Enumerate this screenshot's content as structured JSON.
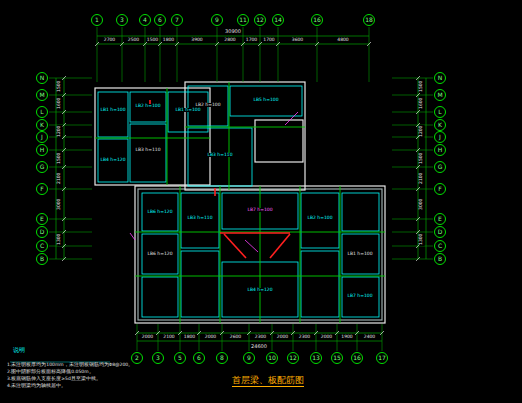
{
  "diagram": {
    "title": "首层梁、板配筋图",
    "nodes": [
      {
        "text": [
          "1"
        ]
      },
      {
        "text": [
          "3"
        ]
      },
      {
        "text": [
          "4"
        ]
      },
      {
        "text": [
          "6"
        ]
      },
      {
        "text": [
          "7"
        ]
      },
      {
        "text": [
          "9"
        ]
      },
      {
        "text": [
          "11"
        ]
      },
      {
        "text": [
          "12"
        ]
      },
      {
        "text": [
          "14"
        ]
      },
      {
        "text": [
          "16"
        ]
      },
      {
        "text": [
          "18"
        ]
      },
      {
        "text": [
          "N"
        ]
      },
      {
        "text": [
          "M"
        ]
      },
      {
        "text": [
          "L"
        ]
      },
      {
        "text": [
          "K"
        ]
      },
      {
        "text": [
          "J"
        ]
      },
      {
        "text": [
          "H"
        ]
      },
      {
        "text": [
          "G"
        ]
      },
      {
        "text": [
          "F"
        ]
      },
      {
        "text": [
          "E"
        ]
      },
      {
        "text": [
          "D"
        ]
      },
      {
        "text": [
          "C"
        ]
      },
      {
        "text": [
          "B"
        ]
      },
      {
        "text": [
          "N"
        ]
      },
      {
        "text": [
          "M"
        ]
      },
      {
        "text": [
          "L"
        ]
      },
      {
        "text": [
          "K"
        ]
      },
      {
        "text": [
          "J"
        ]
      },
      {
        "text": [
          "H"
        ]
      },
      {
        "text": [
          "G"
        ]
      },
      {
        "text": [
          "F"
        ]
      },
      {
        "text": [
          "E"
        ]
      },
      {
        "text": [
          "D"
        ]
      },
      {
        "text": [
          "C"
        ]
      },
      {
        "text": [
          "B"
        ]
      },
      {
        "text": [
          "2"
        ]
      },
      {
        "text": [
          "3"
        ]
      },
      {
        "text": [
          "5"
        ]
      },
      {
        "text": [
          "6"
        ]
      },
      {
        "text": [
          "8"
        ]
      },
      {
        "text": [
          "9"
        ]
      },
      {
        "text": [
          "10"
        ]
      },
      {
        "text": [
          "12"
        ]
      },
      {
        "text": [
          "13"
        ]
      },
      {
        "text": [
          "15"
        ]
      },
      {
        "text": [
          "16"
        ]
      },
      {
        "text": [
          "17"
        ]
      }
    ],
    "labels": [
      "30900",
      "2700",
      "2500",
      "1500",
      "1800",
      "3900",
      "2800",
      "1700",
      "1700",
      "3600",
      "4800",
      "24600",
      "2000",
      "2100",
      "1800",
      "2000",
      "2600",
      "2300",
      "2000",
      "2300",
      "2000",
      "1900",
      "2400",
      "1500",
      "1600",
      "1200",
      "1500",
      "2100",
      "3000",
      "1300",
      "1500",
      "1600",
      "1200",
      "1500",
      "2100",
      "3000",
      "1300",
      "LB1 h=100",
      "LB2 h=100",
      "LB3 h=110",
      "LB1 h=100",
      "LB4 h=120",
      "LB2 h=100",
      "LB5 h=100",
      "LB3 h=110",
      "LB6 h=120",
      "LB6 h=120",
      "LB3 h=110",
      "LB7 h=100",
      "LB4 h=120",
      "LB2 h=100",
      "LB1 h=100",
      "LB7 h=100",
      "说明",
      "1.未注明板厚均为100mm，未注明板钢筋均为Φ8@200。",
      "2.图中阴影部分板面标高降低0.050m。",
      "3.板底钢筋伸入支座长度≥5d且至梁中线。",
      "4.未注明梁均为轴线居中。"
    ]
  }
}
